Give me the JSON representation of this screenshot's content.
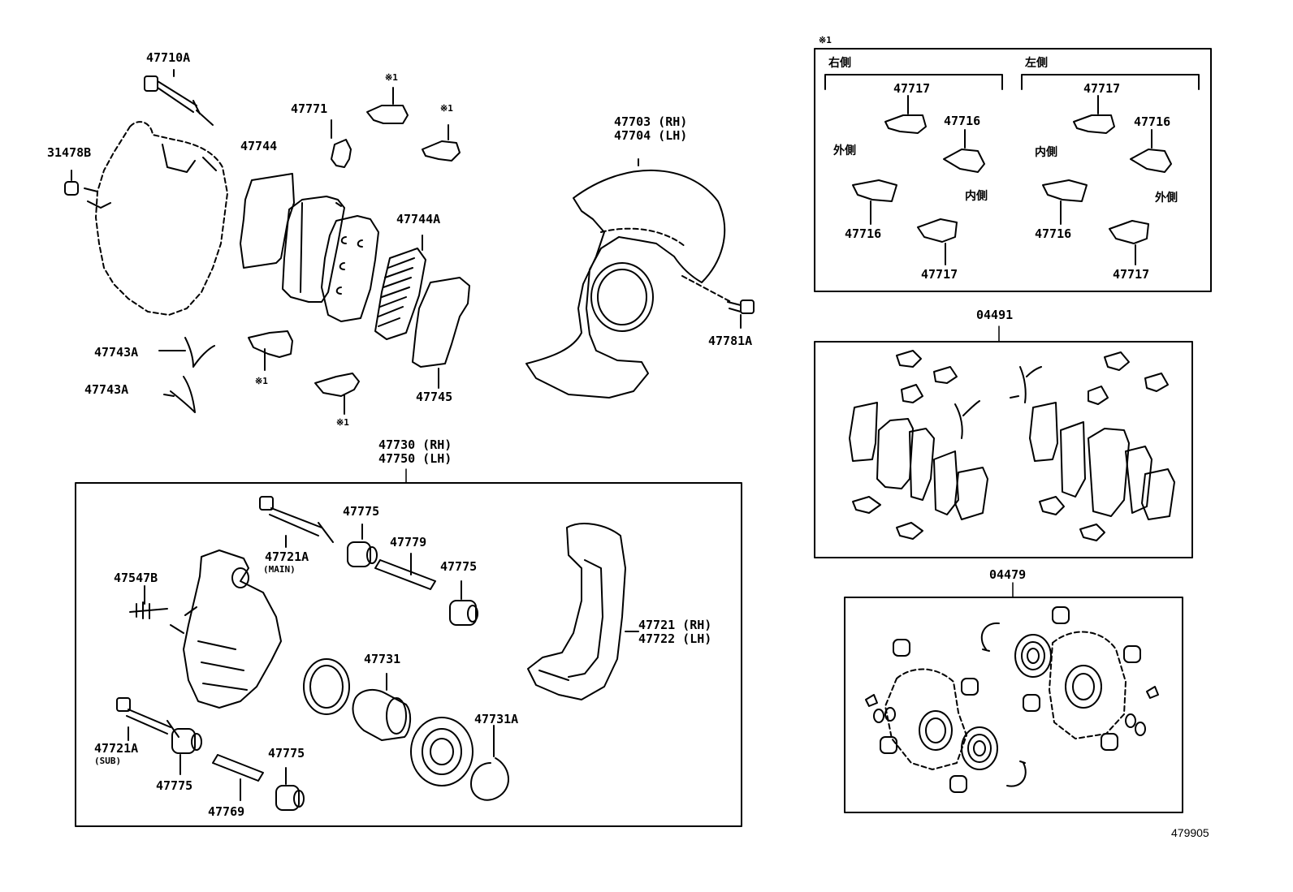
{
  "parts": {
    "p47710A": "47710A",
    "p31478B": "31478B",
    "p47744": "47744",
    "p47771": "47771",
    "note1_a": "※1",
    "note1_b": "※1",
    "note1_c": "※1",
    "note1_d": "※1",
    "p47744A": "47744A",
    "p47743A_1": "47743A",
    "p47743A_2": "47743A",
    "p47745": "47745",
    "p47703": "47703 (RH)",
    "p47704": "47704 (LH)",
    "p47781A": "47781A",
    "p47730": "47730 (RH)",
    "p47750": "47750 (LH)",
    "p47775_1": "47775",
    "p47775_2": "47775",
    "p47775_3": "47775",
    "p47775_4": "47775",
    "p47721A_main": "47721A",
    "main": "(MAIN)",
    "p47779": "47779",
    "p47547B": "47547B",
    "p47721": "47721 (RH)",
    "p47722": "47722 (LH)",
    "p47731": "47731",
    "p47731A": "47731A",
    "p47721A_sub": "47721A",
    "sub": "(SUB)",
    "p47769": "47769"
  },
  "inset": {
    "title": "※1",
    "right_side": "右側",
    "left_side": "左側",
    "outer_1": "外側",
    "inner_1": "内側",
    "inner_2": "内側",
    "outer_2": "外側",
    "p47717_r_top": "47717",
    "p47716_r_top": "47716",
    "p47716_r_bot": "47716",
    "p47717_r_bot": "47717",
    "p47717_l_top": "47717",
    "p47716_l_top": "47716",
    "p47716_l_bot": "47716",
    "p47717_l_bot": "47717"
  },
  "kits": {
    "k04491": "04491",
    "k04479": "04479"
  },
  "footer": {
    "code": "479905"
  }
}
